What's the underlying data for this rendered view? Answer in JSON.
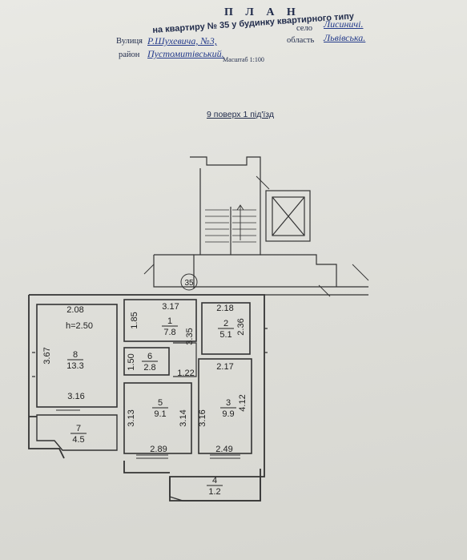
{
  "header": {
    "title": "П Л А Н",
    "line1": "на квартиру  № 35 у  будинку квартирного типу",
    "village_label": "село",
    "village_value": "Лисиничі.",
    "street_label": "Вулиця",
    "street_value": "Р.Шухевича, №3,",
    "oblast_label": "область",
    "oblast_value": "Львівська.",
    "district_label": "район",
    "district_value": "Пустомитівський.",
    "scale": "Масштаб 1:100",
    "floor_info": "9 поверх 1 під'їзд"
  },
  "plan": {
    "apartment_marker": "35",
    "ceiling_height": "h=2.50",
    "rooms": [
      {
        "number": "1",
        "area": "7.8"
      },
      {
        "number": "2",
        "area": "5.1"
      },
      {
        "number": "3",
        "area": "9.9"
      },
      {
        "number": "4",
        "area": "1.2"
      },
      {
        "number": "5",
        "area": "9.1"
      },
      {
        "number": "6",
        "area": "2.8"
      },
      {
        "number": "7",
        "area": "4.5"
      },
      {
        "number": "8",
        "area": "13.3"
      }
    ],
    "dimensions": [
      "2.08",
      "3.67",
      "3.16",
      "3.17",
      "1.85",
      "3.35",
      "2.18",
      "2.36",
      "1.50",
      "1.22",
      "2.17",
      "4.12",
      "3.13",
      "3.14",
      "3.16",
      "2.89",
      "2.49"
    ]
  }
}
